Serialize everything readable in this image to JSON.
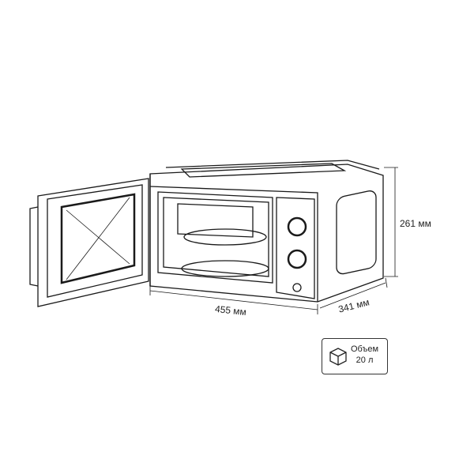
{
  "dimensions": {
    "width": "455 мм",
    "depth": "341 мм",
    "height": "261 мм"
  },
  "volume": {
    "label": "Объем",
    "value": "20 л"
  },
  "colors": {
    "line": "#1a1a1a",
    "background": "#ffffff"
  }
}
